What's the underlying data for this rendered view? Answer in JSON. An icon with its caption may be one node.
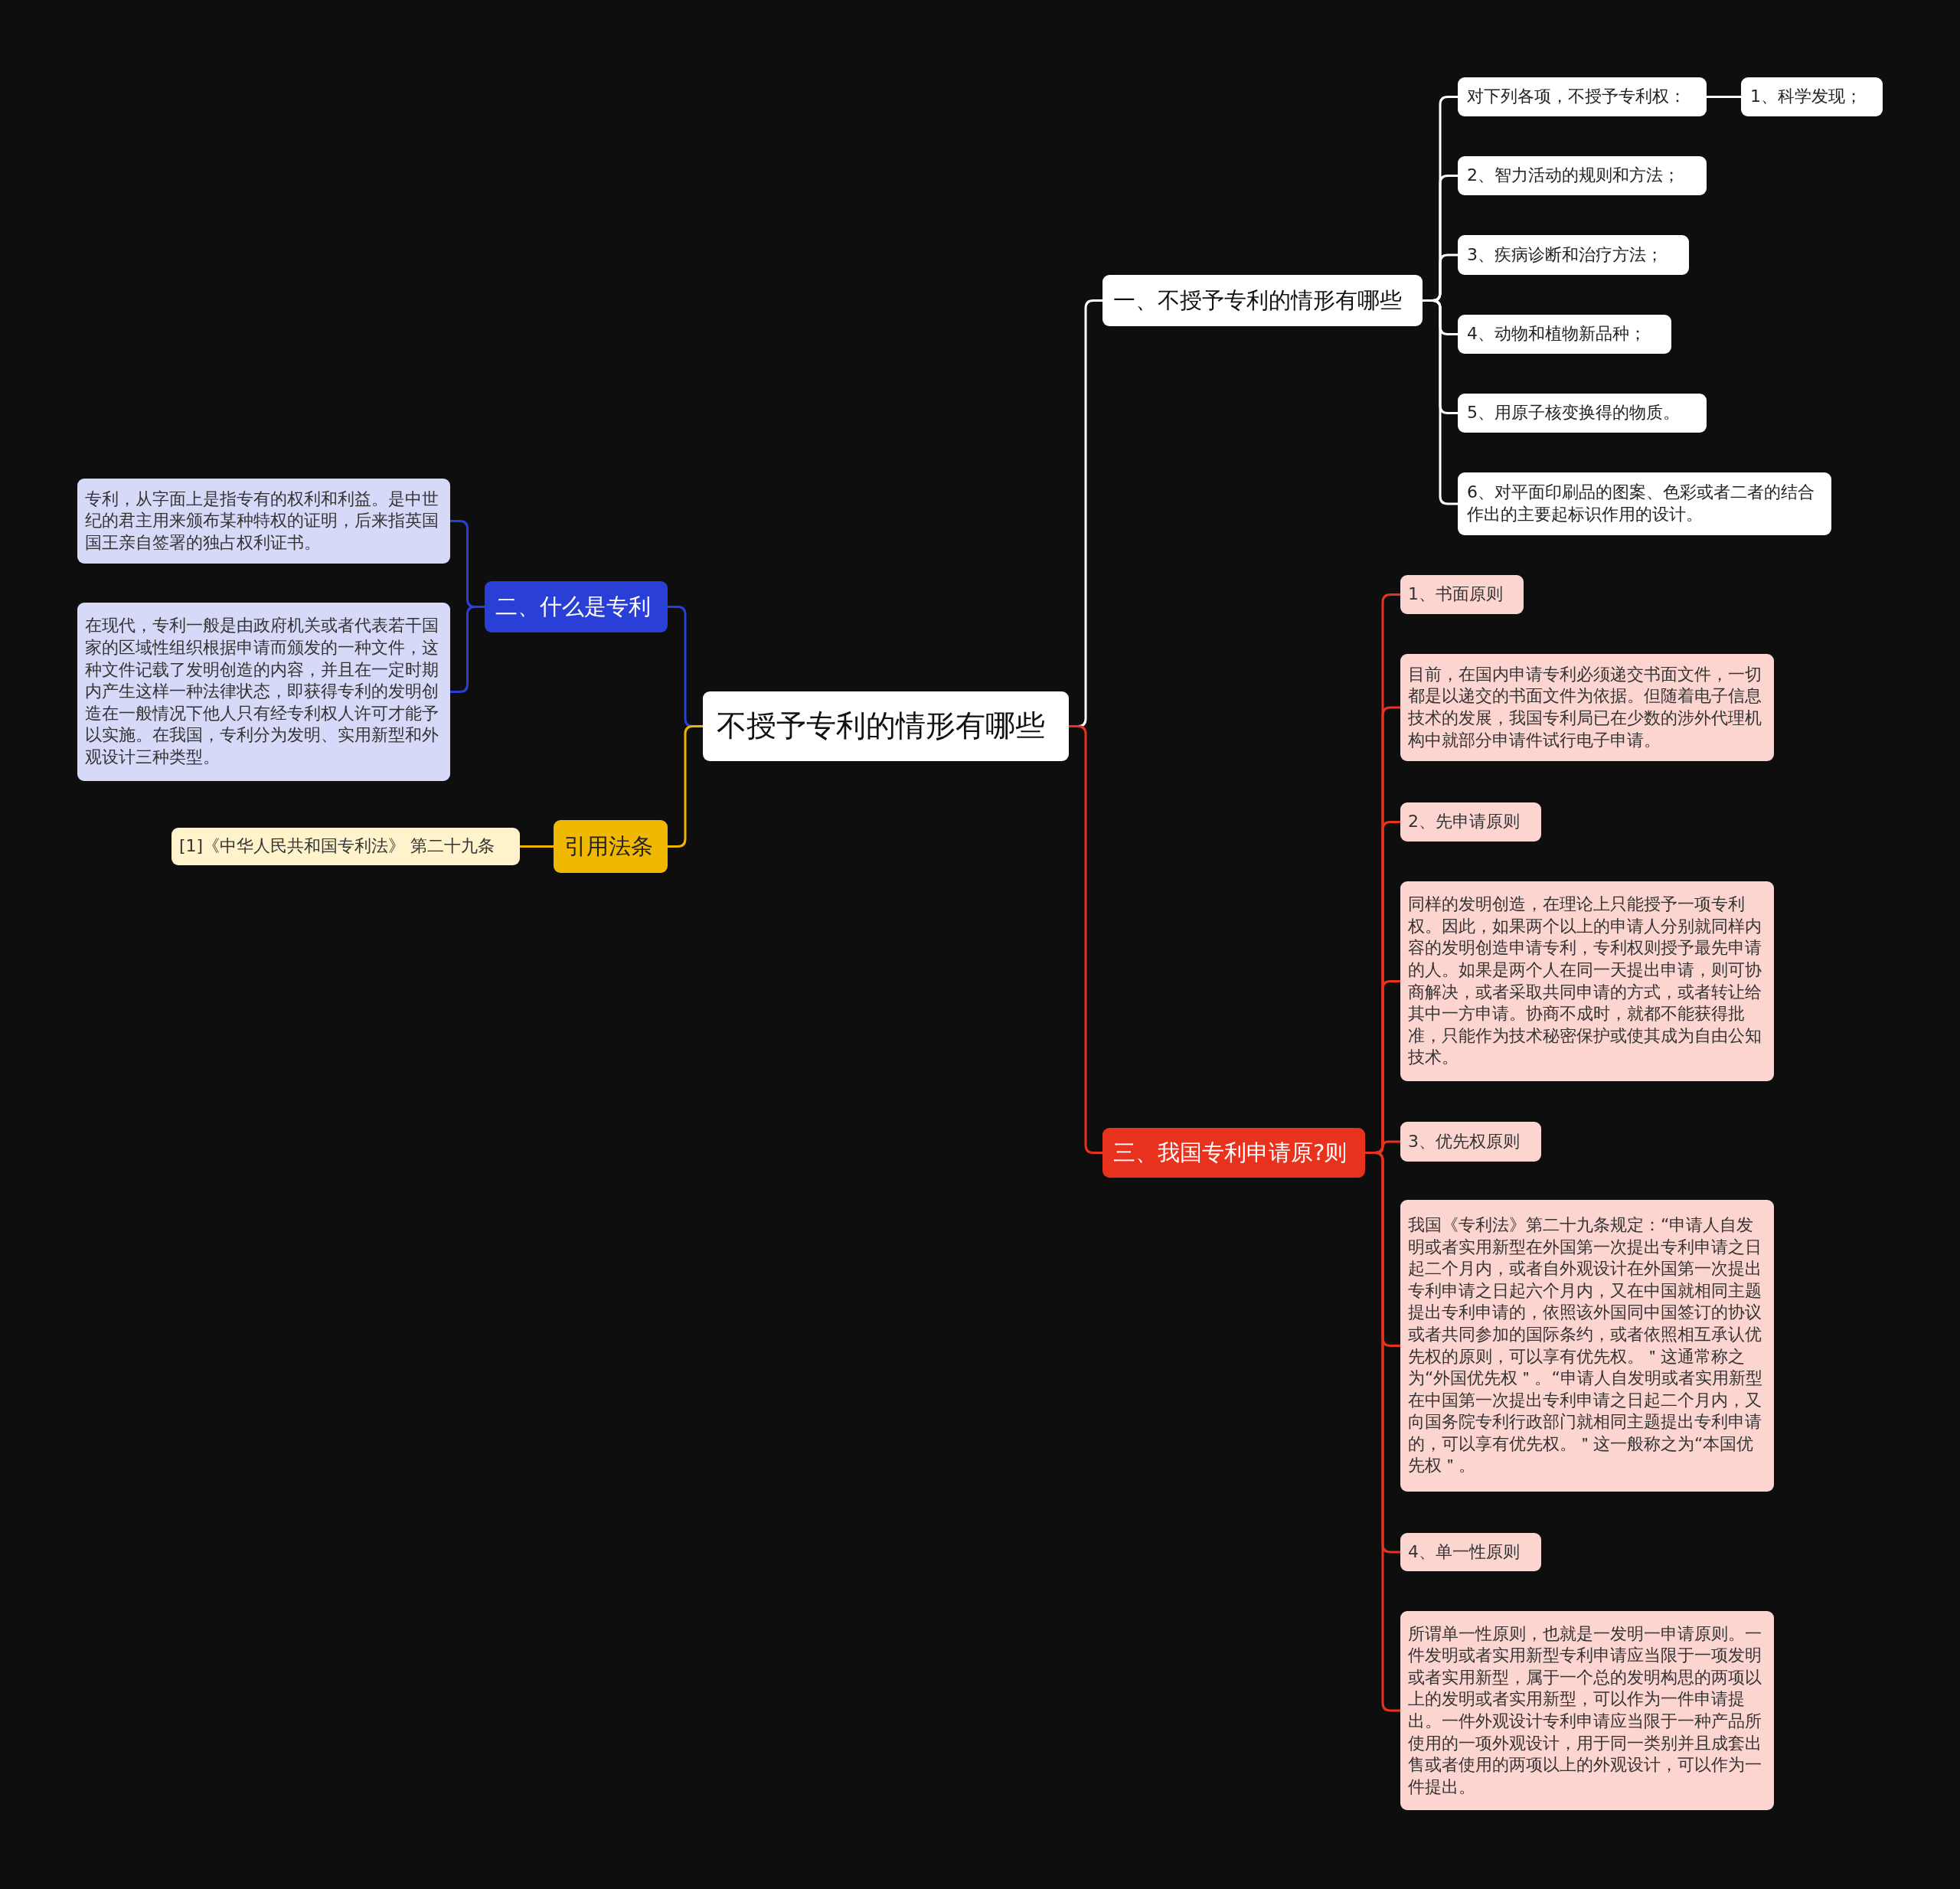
{
  "diagram": {
    "nodes": [
      {
        "text": [
          "不授予专利的情形有哪些"
        ]
      },
      {
        "text": [
          "一、不授予专利的情形有哪些"
        ]
      },
      {
        "text": [
          "对下列各项，不授予专利权："
        ]
      },
      {
        "text": [
          "1、科学发现；"
        ]
      },
      {
        "text": [
          "2、智力活动的规则和方法；"
        ]
      },
      {
        "text": [
          "3、疾病诊断和治疗方法；"
        ]
      },
      {
        "text": [
          "4、动物和植物新品种；"
        ]
      },
      {
        "text": [
          "5、用原子核变换得的物质。"
        ]
      },
      {
        "text": [
          "6、对平面印刷品的图案、色彩或者二者的结合作出的主要起标识作用的设计。"
        ]
      },
      {
        "text": [
          "三、我国专利申请原?则"
        ]
      },
      {
        "text": [
          "1、书面原则"
        ]
      },
      {
        "text": [
          "目前，在国内申请专利必须递交书面文件，一切都是以递交的书面文件为依据。但随着电子信息技术的发展，我国专利局已在少数的涉外代理机构中就部分申请件试行电子申请。"
        ]
      },
      {
        "text": [
          "2、先申请原则"
        ]
      },
      {
        "text": [
          "同样的发明创造，在理论上只能授予一项专利权。因此，如果两个以上的申请人分别就同样内容的发明创造申请专利，专利权则授予最先申请的人。如果是两个人在同一天提出申请，则可协商解决，或者采取共同申请的方式，或者转让给其中一方申请。协商不成时，就都不能获得批准，只能作为技术秘密保护或使其成为自由公知技术。"
        ]
      },
      {
        "text": [
          "3、优先权原则"
        ]
      },
      {
        "text": [
          "我国《专利法》第二十九条规定：“申请人自发明或者实用新型在外国第一次提出专利申请之日起二个月内，或者自外观设计在外国第一次提出专利申请之日起六个月内，又在中国就相同主题提出专利申请的，依照该外国同中国签订的协议或者共同参加的国际条约，或者依照相互承认优先权的原则，可以享有优先权。＂这通常称之为“外国优先权＂。“申请人自发明或者实用新型在中国第一次提出专利申请之日起二个月内，又向国务院专利行政部门就相同主题提出专利申请的，可以享有优先权。＂这一般称之为“本国优先权＂。"
        ]
      },
      {
        "text": [
          "4、单一性原则"
        ]
      },
      {
        "text": [
          "所谓单一性原则，也就是一发明一申请原则。一件发明或者实用新型专利申请应当限于一项发明或者实用新型，属于一个总的发明构思的两项以上的发明或者实用新型，可以作为一件申请提出。一件外观设计专利申请应当限于一种产品所使用的一项外观设计，用于同一类别并且成套出售或者使用的两项以上的外观设计，可以作为一件提出。"
        ]
      },
      {
        "text": [
          "二、什么是专利"
        ]
      },
      {
        "text": [
          "专利，从字面上是指专有的权利和利益。是中世纪的君主用来颁布某种特权的证明，后来指英国国王亲自签署的独占权利证书。"
        ]
      },
      {
        "text": [
          "在现代，专利一般是由政府机关或者代表若干国家的区域性组织根据申请而颁发的一种文件，这种文件记载了发明创造的内容，并且在一定时期内产生这样一种法律状态，即获得专利的发明创造在一般情况下他人只有经专利权人许可才能予以实施。在我国，专利分为发明、实用新型和外观设计三种类型。"
        ]
      },
      {
        "text": [
          "引用法条"
        ]
      },
      {
        "text": [
          "[1]《中华人民共和国专利法》 第二十九条"
        ]
      }
    ],
    "edges": [
      {
        "from": 0,
        "to": 1,
        "arrow": "none",
        "color": "#ffffff"
      },
      {
        "from": 1,
        "to": 2,
        "arrow": "none",
        "color": "#ffffff"
      },
      {
        "from": 2,
        "to": 3,
        "arrow": "none",
        "color": "#ffffff"
      },
      {
        "from": 1,
        "to": 4,
        "arrow": "none",
        "color": "#ffffff"
      },
      {
        "from": 1,
        "to": 5,
        "arrow": "none",
        "color": "#ffffff"
      },
      {
        "from": 1,
        "to": 6,
        "arrow": "none",
        "color": "#ffffff"
      },
      {
        "from": 1,
        "to": 7,
        "arrow": "none",
        "color": "#ffffff"
      },
      {
        "from": 1,
        "to": 8,
        "arrow": "none",
        "color": "#ffffff"
      },
      {
        "from": 0,
        "to": 9,
        "arrow": "none"
      },
      {
        "from": 9,
        "to": 10,
        "arrow": "none"
      },
      {
        "from": 9,
        "to": 11,
        "arrow": "none"
      },
      {
        "from": 9,
        "to": 12,
        "arrow": "none"
      },
      {
        "from": 9,
        "to": 13,
        "arrow": "none"
      },
      {
        "from": 9,
        "to": 14,
        "arrow": "none"
      },
      {
        "from": 9,
        "to": 15,
        "arrow": "none"
      },
      {
        "from": 9,
        "to": 16,
        "arrow": "none"
      },
      {
        "from": 9,
        "to": 17,
        "arrow": "none"
      },
      {
        "from": 0,
        "to": 18,
        "arrow": "none",
        "color": "#2a3fd6"
      },
      {
        "from": 18,
        "to": 19,
        "arrow": "none",
        "color": "#2a3fd6"
      },
      {
        "from": 18,
        "to": 20,
        "arrow": "none",
        "color": "#2a3fd6"
      },
      {
        "from": 0,
        "to": 21,
        "arrow": "none",
        "color": "#f0b400"
      },
      {
        "from": 21,
        "to": 22,
        "arrow": "none",
        "color": "#f0b400"
      }
    ]
  }
}
